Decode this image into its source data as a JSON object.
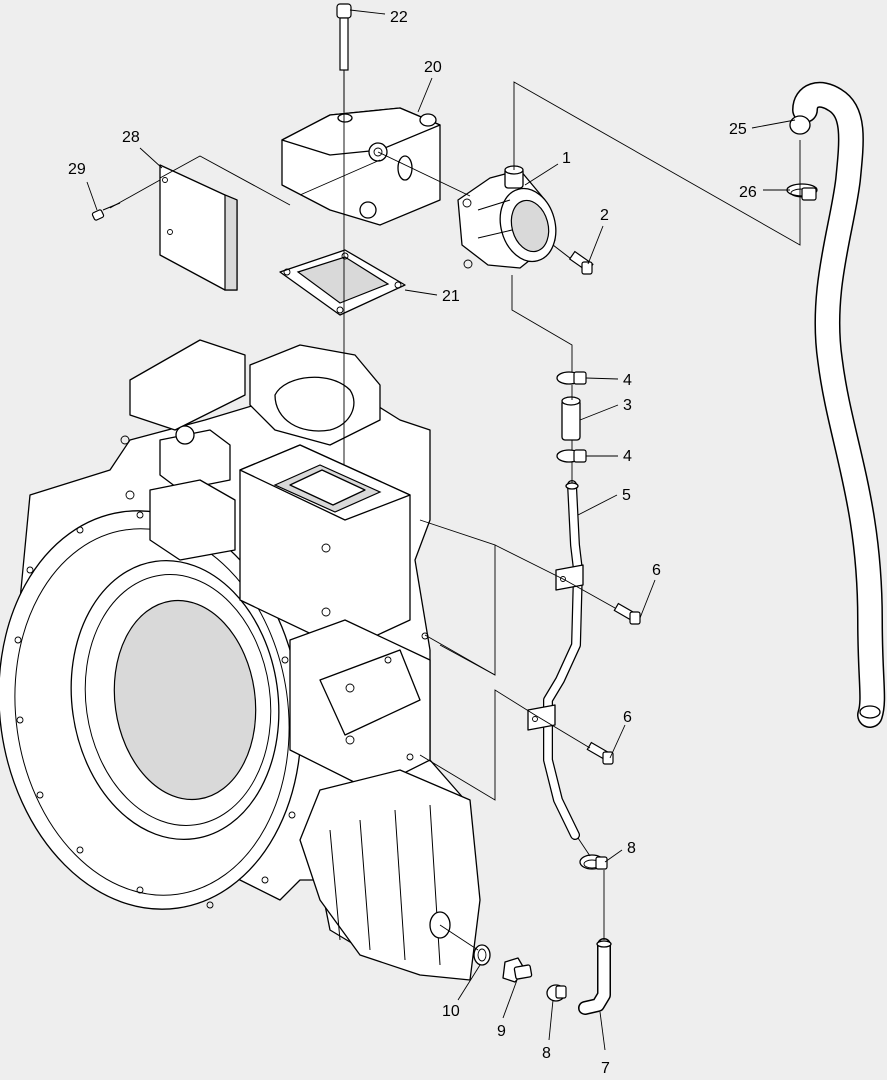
{
  "diagram": {
    "background_color": "#eeeeee",
    "line_color": "#000000",
    "part_fill_color": "#ffffff",
    "callouts": [
      {
        "id": "c22",
        "label": "22"
      },
      {
        "id": "c20",
        "label": "20"
      },
      {
        "id": "c28",
        "label": "28"
      },
      {
        "id": "c29",
        "label": "29"
      },
      {
        "id": "c1",
        "label": "1"
      },
      {
        "id": "c2",
        "label": "2"
      },
      {
        "id": "c21",
        "label": "21"
      },
      {
        "id": "c25",
        "label": "25"
      },
      {
        "id": "c26",
        "label": "26"
      },
      {
        "id": "c4a",
        "label": "4"
      },
      {
        "id": "c3",
        "label": "3"
      },
      {
        "id": "c4b",
        "label": "4"
      },
      {
        "id": "c5",
        "label": "5"
      },
      {
        "id": "c6a",
        "label": "6"
      },
      {
        "id": "c6b",
        "label": "6"
      },
      {
        "id": "c8a",
        "label": "8"
      },
      {
        "id": "c10",
        "label": "10"
      },
      {
        "id": "c9",
        "label": "9"
      },
      {
        "id": "c8b",
        "label": "8"
      },
      {
        "id": "c7",
        "label": "7"
      }
    ]
  }
}
